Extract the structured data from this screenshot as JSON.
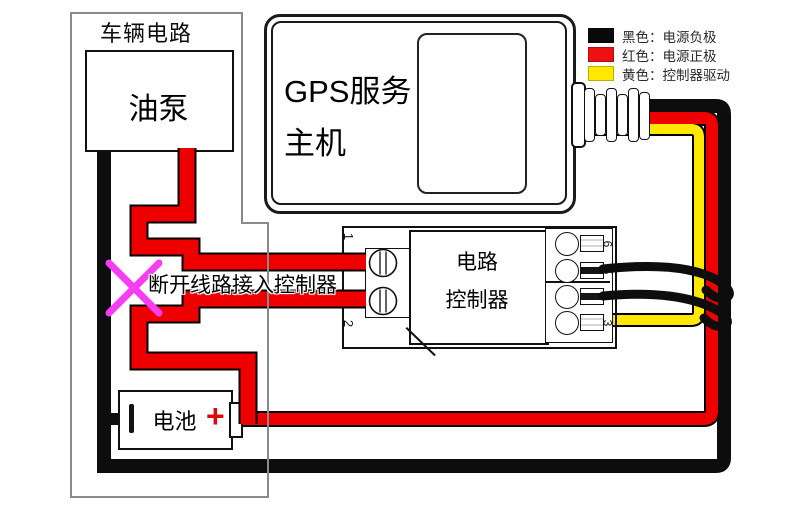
{
  "vehicle_box": {
    "label": "车辆电路"
  },
  "pump": {
    "label": "油泵"
  },
  "gps": {
    "line1": "GPS服务",
    "line2": "主机"
  },
  "controller": {
    "line1": "电路",
    "line2": "控制器",
    "left_terminals": [
      "1",
      "2"
    ],
    "right_terminals": [
      "6",
      "5",
      "4",
      "3"
    ]
  },
  "battery": {
    "label": "电池",
    "plus": "+"
  },
  "note": {
    "cut_instruction": "断开线路接入控制器"
  },
  "legend": {
    "items": [
      {
        "name": "black-wire",
        "swatch": "#0a0a0a",
        "label": "黑色：电源负极"
      },
      {
        "name": "red-wire",
        "swatch": "#ee1111",
        "label": "红色：电源正极"
      },
      {
        "name": "yellow-wire",
        "swatch": "#ffe800",
        "label": "黄色：控制器驱动"
      }
    ]
  },
  "colors": {
    "wire_black": "#0d0d0d",
    "wire_red": "#ee0000",
    "wire_yellow": "#ffe800",
    "cut_mark": "#f63df2",
    "frame_gray": "#8a8a8a"
  }
}
